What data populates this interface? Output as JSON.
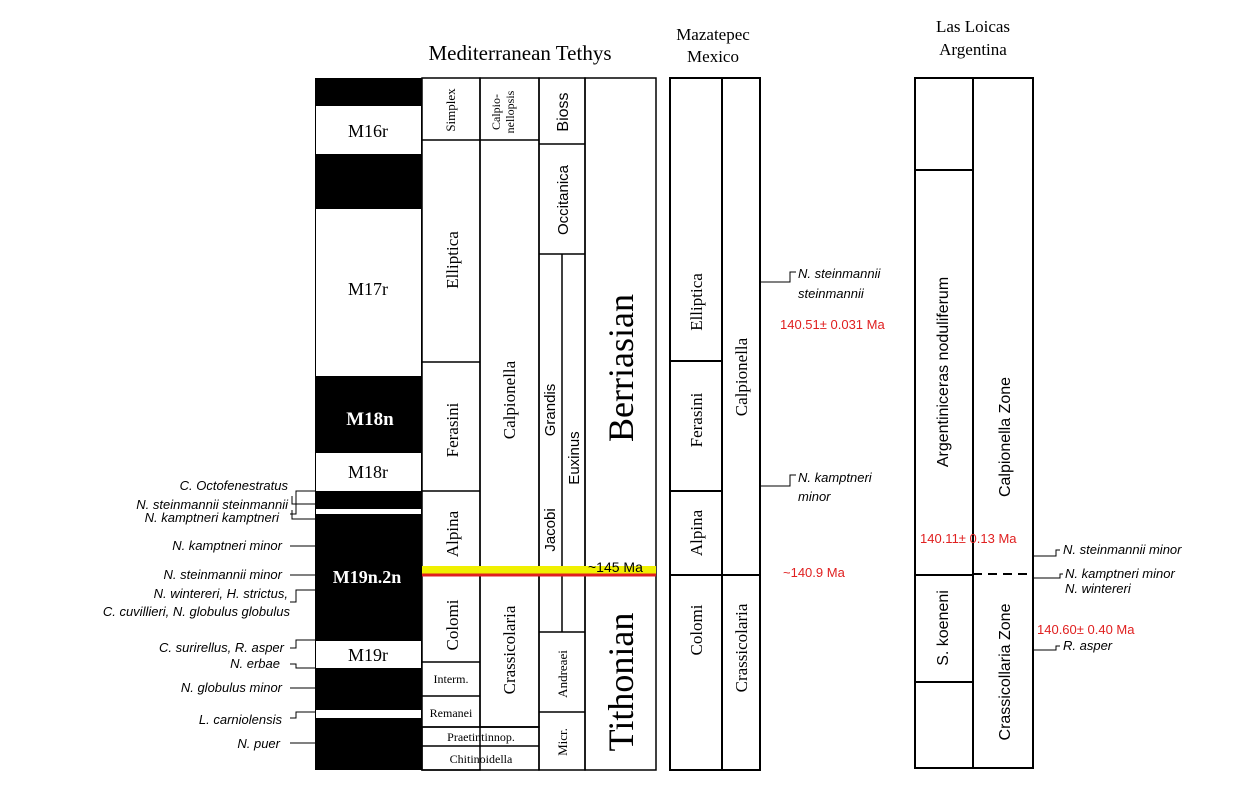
{
  "headers": {
    "tethys": "Mediterranean Tethys",
    "mexico_line1": "Mazatepec",
    "mexico_line2": "Mexico",
    "argentina_line1": "Las Loicas",
    "argentina_line2": "Argentina"
  },
  "magnetochrons": [
    "M16r",
    "M17r",
    "M18n",
    "M18r",
    "M19n.2n",
    "M19r"
  ],
  "calpionellid_zones": [
    "Simplex",
    "Elliptica",
    "Ferasini",
    "Alpina",
    "Colomi",
    "Interm.",
    "Remanei",
    "Praetintinnop.",
    "Chitinoidella"
  ],
  "calpionellid_genera": {
    "top_line1": "Calpio-",
    "top_line2": "nellopsis",
    "middle": "Calpionella",
    "bottom": "Crassicolaria"
  },
  "ammonite_zones": {
    "bioss": "Bioss",
    "occitanica": "Occitanica",
    "grandis": "Grandis",
    "euxinus": "Euxinus",
    "jacobi": "Jacobi",
    "andreaei": "Andreaei",
    "micr": "Micr."
  },
  "stages": {
    "berriasian": "Berriasian",
    "tithonian": "Tithonian"
  },
  "boundary_ages": {
    "tethys": "~145 Ma",
    "mexico": "~140.9 Ma"
  },
  "nannofossil_events_left": [
    "C. Octofenestratus",
    "N. steinmannii steinmannii",
    "N. kamptneri kamptneri",
    "N. kamptneri minor",
    "N. steinmannii minor",
    "N. wintereri, H. strictus,",
    "C. cuvillieri, N. globulus globulus",
    "C. surirellus, R. asper",
    "N. erbae",
    "N. globulus minor",
    "L. carniolensis",
    "N. puer"
  ],
  "mexico": {
    "zones": [
      "Elliptica",
      "Ferasini",
      "Alpina",
      "Colomi"
    ],
    "genera": [
      "Calpionella",
      "Crassicolaria"
    ],
    "events": [
      {
        "line1": "N. steinmannii",
        "line2": "steinmannii"
      },
      {
        "line1": "N. kamptneri",
        "line2": "minor"
      }
    ],
    "age": "140.51± 0.031 Ma"
  },
  "argentina": {
    "ammonite_zones": [
      "Argentiniceras noduliferum",
      "S. koeneni"
    ],
    "calpionellid_zones": [
      "Calpionella Zone",
      "Crassicollaria Zone"
    ],
    "ages": [
      "140.11± 0.13 Ma",
      "140.60± 0.40 Ma"
    ],
    "events": [
      "N. steinmannii minor",
      "N. kamptneri minor",
      "N. wintereri",
      "R. asper"
    ]
  },
  "colors": {
    "boundary_red": "#e02020",
    "boundary_yellow": "#f0f000",
    "age_red": "#e02020",
    "black": "#000000"
  }
}
